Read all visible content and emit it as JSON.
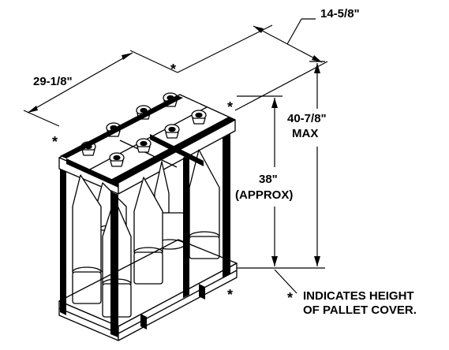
{
  "dimensions": {
    "depth": "14-5/8\"",
    "width": "29-1/8\"",
    "max_height_value": "40-7/8\"",
    "max_height_qualifier": "MAX",
    "approx_height_value": "38\"",
    "approx_height_qualifier": "(APPROX)"
  },
  "marker": "*",
  "note": {
    "line1": "INDICATES HEIGHT",
    "line2": "OF PALLET COVER."
  },
  "colors": {
    "ink": "#000000",
    "paper": "#ffffff"
  }
}
